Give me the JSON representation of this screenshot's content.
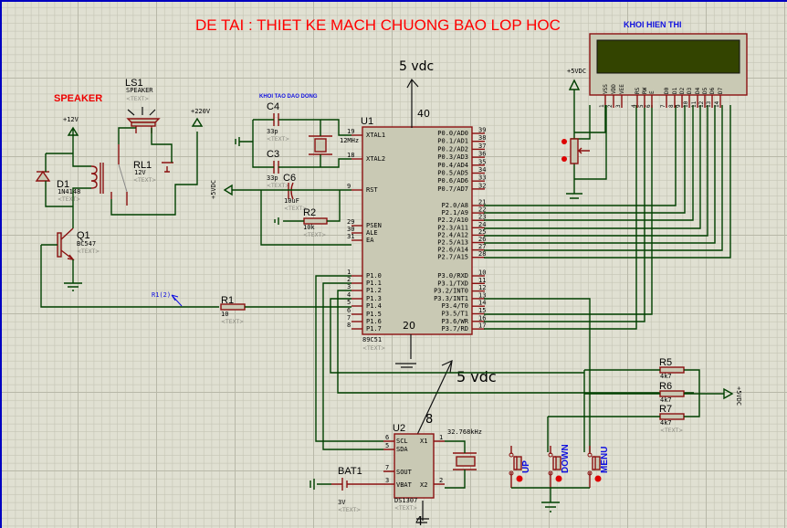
{
  "title": "DE TAI : THIET KE MACH CHUONG BAO LOP HOC",
  "colors": {
    "background": "#e0e0d2",
    "grid": "#c4c4b4",
    "wire": "#004000",
    "pin": "#8b1010",
    "title": "#ff0000",
    "label_blue": "#1010e0",
    "lcd_screen": "#334400"
  },
  "blocks": {
    "speaker": "SPEAKER",
    "oscillator": "KHOI TAO DAO DONG",
    "display": "KHOI HIEN THI"
  },
  "annotations": {
    "vdc_top": "5 vdc",
    "vdc_mid": "5 vdc",
    "pin40": "40",
    "pin20": "20",
    "pin8": "8",
    "pin4": "4"
  },
  "power": {
    "p12v": "+12V",
    "p220v": "+220V",
    "p5v_left": "+5VDC",
    "p5v_lcd": "+5VDC",
    "p5v_right": "+5VDC"
  },
  "text_placeholder": "<TEXT>",
  "probe_label": "R1(2)",
  "components": {
    "LS1": {
      "ref": "LS1",
      "value": "SPEAKER"
    },
    "RL1": {
      "ref": "RL1",
      "value": "12V"
    },
    "D1": {
      "ref": "D1",
      "value": "1N4148"
    },
    "Q1": {
      "ref": "Q1",
      "value": "BC547"
    },
    "R1": {
      "ref": "R1",
      "value": "10"
    },
    "C4": {
      "ref": "C4",
      "value": "33p"
    },
    "C3": {
      "ref": "C3",
      "value": "33p"
    },
    "C6": {
      "ref": "C6",
      "value": "10uF"
    },
    "R2": {
      "ref": "R2",
      "value": "10k"
    },
    "X1": {
      "value": "12MHz"
    },
    "U1": {
      "ref": "U1",
      "value": "89C51"
    },
    "U2": {
      "ref": "U2",
      "value": "DS1307"
    },
    "X2": {
      "value": "32.768kHz"
    },
    "BAT1": {
      "ref": "BAT1",
      "value": "3V"
    },
    "R5": {
      "ref": "R5",
      "value": "4k7"
    },
    "R6": {
      "ref": "R6",
      "value": "4k7"
    },
    "R7": {
      "ref": "R7",
      "value": "4k7"
    }
  },
  "u1_left_pins": [
    {
      "num": "19",
      "name": "XTAL1"
    },
    {
      "num": "18",
      "name": "XTAL2"
    },
    {
      "num": "9",
      "name": "RST"
    },
    {
      "num": "29",
      "name": "PSEN"
    },
    {
      "num": "30",
      "name": "ALE"
    },
    {
      "num": "31",
      "name": "EA"
    },
    {
      "num": "1",
      "name": "P1.0"
    },
    {
      "num": "2",
      "name": "P1.1"
    },
    {
      "num": "3",
      "name": "P1.2"
    },
    {
      "num": "4",
      "name": "P1.3"
    },
    {
      "num": "5",
      "name": "P1.4"
    },
    {
      "num": "6",
      "name": "P1.5"
    },
    {
      "num": "7",
      "name": "P1.6"
    },
    {
      "num": "8",
      "name": "P1.7"
    }
  ],
  "u1_right_pins": [
    {
      "num": "39",
      "name": "P0.0/AD0"
    },
    {
      "num": "38",
      "name": "P0.1/AD1"
    },
    {
      "num": "37",
      "name": "P0.2/AD2"
    },
    {
      "num": "36",
      "name": "P0.3/AD3"
    },
    {
      "num": "35",
      "name": "P0.4/AD4"
    },
    {
      "num": "34",
      "name": "P0.5/AD5"
    },
    {
      "num": "33",
      "name": "P0.6/AD6"
    },
    {
      "num": "32",
      "name": "P0.7/AD7"
    },
    {
      "num": "21",
      "name": "P2.0/A8"
    },
    {
      "num": "22",
      "name": "P2.1/A9"
    },
    {
      "num": "23",
      "name": "P2.2/A10"
    },
    {
      "num": "24",
      "name": "P2.3/A11"
    },
    {
      "num": "25",
      "name": "P2.4/A12"
    },
    {
      "num": "26",
      "name": "P2.5/A13"
    },
    {
      "num": "27",
      "name": "P2.6/A14"
    },
    {
      "num": "28",
      "name": "P2.7/A15"
    },
    {
      "num": "10",
      "name": "P3.0/RXD"
    },
    {
      "num": "11",
      "name": "P3.1/TXD"
    },
    {
      "num": "12",
      "name": "P3.2/INT0"
    },
    {
      "num": "13",
      "name": "P3.3/INT1"
    },
    {
      "num": "14",
      "name": "P3.4/T0"
    },
    {
      "num": "15",
      "name": "P3.5/T1"
    },
    {
      "num": "16",
      "name": "P3.6/WR"
    },
    {
      "num": "17",
      "name": "P3.7/RD"
    }
  ],
  "lcd_pins": [
    {
      "num": "1",
      "name": "VSS"
    },
    {
      "num": "2",
      "name": "VDD"
    },
    {
      "num": "3",
      "name": "VEE"
    },
    {
      "num": "4",
      "name": "RS"
    },
    {
      "num": "5",
      "name": "RW"
    },
    {
      "num": "6",
      "name": "E"
    },
    {
      "num": "7",
      "name": "D0"
    },
    {
      "num": "8",
      "name": "D1"
    },
    {
      "num": "9",
      "name": "D2"
    },
    {
      "num": "10",
      "name": "D3"
    },
    {
      "num": "11",
      "name": "D4"
    },
    {
      "num": "12",
      "name": "D5"
    },
    {
      "num": "13",
      "name": "D6"
    },
    {
      "num": "14",
      "name": "D7"
    }
  ],
  "u2_pins": [
    {
      "num": "6",
      "name": "SCL"
    },
    {
      "num": "5",
      "name": "SDA"
    },
    {
      "num": "7",
      "name": "SOUT"
    },
    {
      "num": "3",
      "name": "VBAT"
    },
    {
      "num": "1",
      "name": "X1"
    },
    {
      "num": "2",
      "name": "X2"
    }
  ],
  "buttons": [
    {
      "label": "UP"
    },
    {
      "label": "DOWN"
    },
    {
      "label": "MENU"
    }
  ]
}
